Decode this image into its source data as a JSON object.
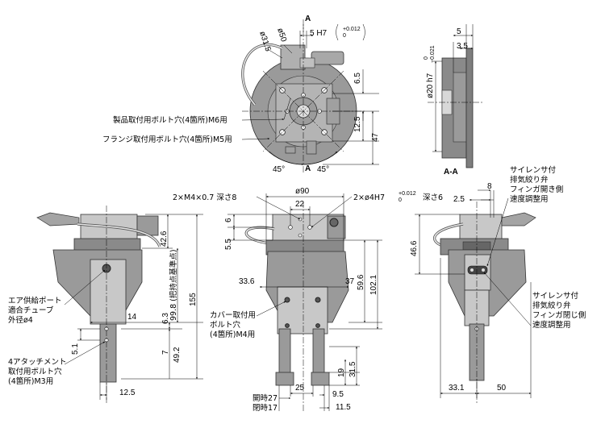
{
  "top_view": {
    "dims": {
      "d31_5": "ø31.5",
      "d50": "ø50",
      "slot": "5 H7",
      "tol_upper": "+0.012",
      "tol_lower": "0",
      "d6_5": "6.5",
      "d12_5": "12.5",
      "d47": "47",
      "angle_a": "45°",
      "angle_b": "45°"
    },
    "section_mark": "A",
    "labels": {
      "product_bolt": "製品取付用ボルト穴(4箇所)M6用",
      "flange_bolt": "フランジ取付用ボルト穴(4箇所)M5用"
    }
  },
  "section_view": {
    "title": "A-A",
    "dims": {
      "d5": "5",
      "d3_5": "3.5",
      "d20": "ø20 h7",
      "tol_upper": "0",
      "tol_lower": "−0.021"
    }
  },
  "left_view": {
    "dims": {
      "d42_6": "42.6",
      "d99_8": "99.8 (把持点基準点)",
      "d155": "155",
      "d14": "14",
      "d6_3": "6.3",
      "d5_1": "5.1",
      "d7": "7",
      "d49_2": "49.2",
      "d12_5": "12.5"
    },
    "labels": {
      "air_port_1": "エア供給ポート",
      "air_port_2": "適合チューブ",
      "air_port_3": "外径ø4",
      "attach_1": "4アタッチメント",
      "attach_2": "取付用ボルト穴",
      "attach_3": "(4箇所)M3用"
    }
  },
  "front_view": {
    "dims": {
      "m4": "2×M4×0.7 深さ8",
      "d90": "ø90",
      "pin": "2×ø4H7",
      "pin_tol_upper": "+0.012",
      "pin_tol_lower": "0",
      "pin_depth": "深さ6",
      "d22": "22",
      "d6": "6",
      "d5_5": "5.5",
      "d33_6": "33.6",
      "d37": "37",
      "d59_6": "59.6",
      "d102_1": "102.1",
      "d19": "19",
      "d31_5": "31.5",
      "d25": "25",
      "d9_5": "9.5",
      "d11_5": "11.5",
      "open": "開時27",
      "close": "閉時17"
    },
    "labels": {
      "cover_1": "カバー取付用",
      "cover_2": "ボルト穴",
      "cover_3": "(4箇所)M4用"
    }
  },
  "right_view": {
    "dims": {
      "d8": "8",
      "d2_5": "2.5",
      "d46_6": "46.6",
      "d33_1": "33.1",
      "d50": "50"
    },
    "labels": {
      "silencer_open": [
        "サイレンサ付",
        "排気絞り弁",
        "フィンガ開き側",
        "速度調整用"
      ],
      "silencer_close": [
        "サイレンサ付",
        "排気絞り弁",
        "フィンガ閉じ側",
        "速度調整用"
      ]
    }
  }
}
